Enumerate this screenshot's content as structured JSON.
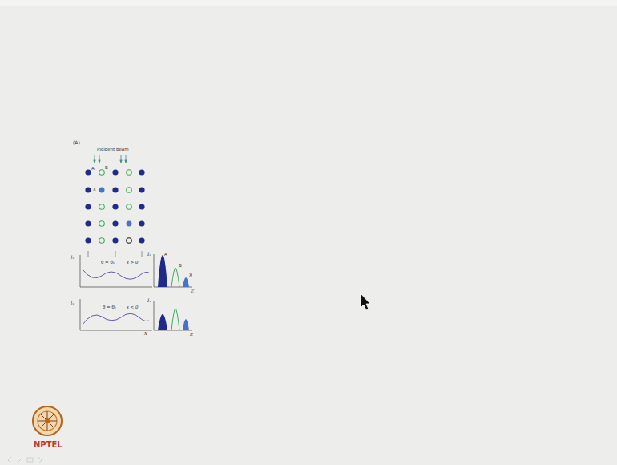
{
  "diagram": {
    "labels": [
      "(A)",
      "Incident beam",
      "A",
      "B",
      "X",
      "Iₓ",
      "θ = θ₁",
      "s > 0",
      "Iₓ",
      "A",
      "B",
      "X",
      "E",
      "Iₓ",
      "θ = θ₂",
      "s < 0",
      "X",
      "Iₓ",
      "E",
      "NPTEL"
    ]
  }
}
